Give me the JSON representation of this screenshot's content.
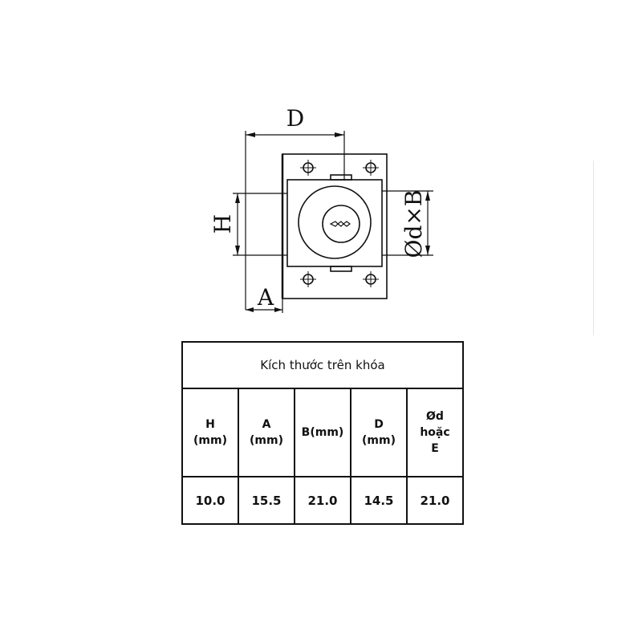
{
  "drawing": {
    "dim_d": "D",
    "dim_h": "H",
    "dim_a": "A",
    "dim_b": "Ød×B"
  },
  "table": {
    "title": "Kích thước trên khóa",
    "headers": [
      "H\n(mm)",
      "A\n(mm)",
      "B(mm)",
      "D\n(mm)",
      "Ød\nhoặc\nE"
    ],
    "values": [
      "10.0",
      "15.5",
      "21.0",
      "14.5",
      "21.0"
    ]
  }
}
